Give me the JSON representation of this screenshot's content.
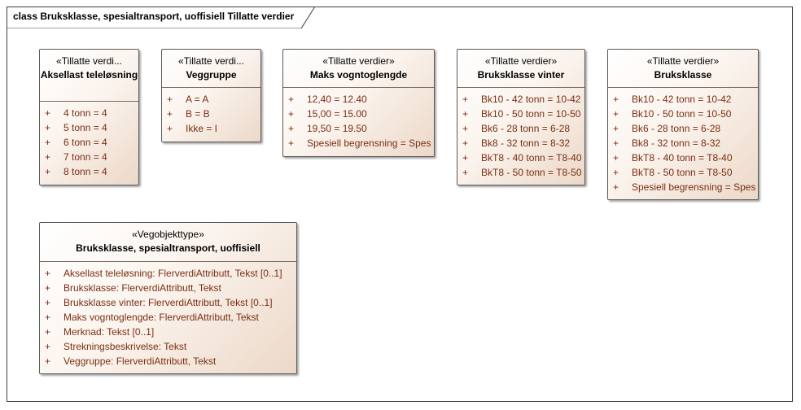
{
  "diagram_title": "class Bruksklasse, spesialtransport, uoffisiell Tillatte verdier",
  "classes": [
    {
      "stereotype": "«Tillatte verdi...",
      "name": "Aksellast teleløsning",
      "attributes": [
        {
          "vis": "+",
          "text": "4 tonn = 4"
        },
        {
          "vis": "+",
          "text": "5 tonn = 4"
        },
        {
          "vis": "+",
          "text": "6 tonn = 4"
        },
        {
          "vis": "+",
          "text": "7 tonn = 4"
        },
        {
          "vis": "+",
          "text": "8 tonn = 4"
        }
      ]
    },
    {
      "stereotype": "«Tillatte verdi...",
      "name": "Veggruppe",
      "attributes": [
        {
          "vis": "+",
          "text": "A = A"
        },
        {
          "vis": "+",
          "text": "B = B"
        },
        {
          "vis": "+",
          "text": "Ikke = I"
        }
      ]
    },
    {
      "stereotype": "«Tillatte verdier»",
      "name": "Maks vogntoglengde",
      "attributes": [
        {
          "vis": "+",
          "text": "12,40 = 12.40"
        },
        {
          "vis": "+",
          "text": "15,00 = 15.00"
        },
        {
          "vis": "+",
          "text": "19,50 = 19.50"
        },
        {
          "vis": "+",
          "text": "Spesiell begrensning = Spes"
        }
      ]
    },
    {
      "stereotype": "«Tillatte verdier»",
      "name": "Bruksklasse vinter",
      "attributes": [
        {
          "vis": "+",
          "text": "Bk10 - 42 tonn = 10-42"
        },
        {
          "vis": "+",
          "text": "Bk10 - 50 tonn = 10-50"
        },
        {
          "vis": "+",
          "text": "Bk6 - 28 tonn = 6-28"
        },
        {
          "vis": "+",
          "text": "Bk8 - 32 tonn = 8-32"
        },
        {
          "vis": "+",
          "text": "BkT8 - 40 tonn = T8-40"
        },
        {
          "vis": "+",
          "text": "BkT8 - 50 tonn = T8-50"
        }
      ]
    },
    {
      "stereotype": "«Tillatte verdier»",
      "name": "Bruksklasse",
      "attributes": [
        {
          "vis": "+",
          "text": "Bk10 - 42 tonn = 10-42"
        },
        {
          "vis": "+",
          "text": "Bk10 - 50 tonn = 10-50"
        },
        {
          "vis": "+",
          "text": "Bk6 - 28 tonn = 6-28"
        },
        {
          "vis": "+",
          "text": "Bk8 - 32 tonn = 8-32"
        },
        {
          "vis": "+",
          "text": "BkT8 - 40 tonn = T8-40"
        },
        {
          "vis": "+",
          "text": "BkT8 - 50 tonn = T8-50"
        },
        {
          "vis": "+",
          "text": "Spesiell begrensning = Spes"
        }
      ]
    },
    {
      "stereotype": "«Vegobjekttype»",
      "name": "Bruksklasse, spesialtransport, uoffisiell",
      "attributes": [
        {
          "vis": "+",
          "text": "Aksellast teleløsning: FlerverdiAttributt, Tekst [0..1]"
        },
        {
          "vis": "+",
          "text": "Bruksklasse: FlerverdiAttributt, Tekst"
        },
        {
          "vis": "+",
          "text": "Bruksklasse vinter: FlerverdiAttributt, Tekst [0..1]"
        },
        {
          "vis": "+",
          "text": "Maks vogntoglengde: FlerverdiAttributt, Tekst"
        },
        {
          "vis": "+",
          "text": "Merknad: Tekst [0..1]"
        },
        {
          "vis": "+",
          "text": "Strekningsbeskrivelse: Tekst"
        },
        {
          "vis": "+",
          "text": "Veggruppe: FlerverdiAttributt, Tekst"
        }
      ]
    }
  ]
}
